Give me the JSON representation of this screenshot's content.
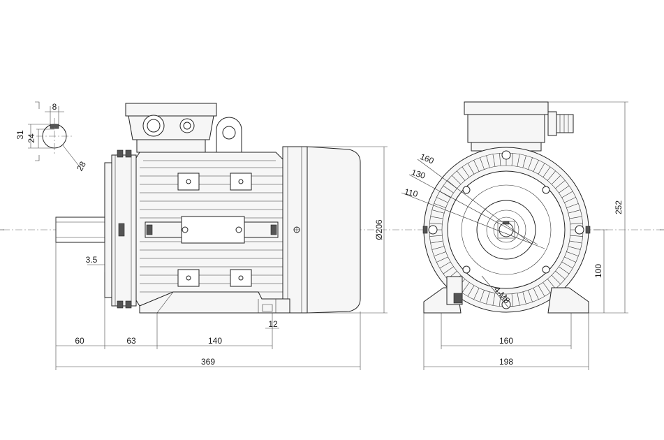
{
  "side_view": {
    "dim_shaft_length": "60",
    "dim_flange_to_foot": "63",
    "dim_foot_span": "140",
    "dim_overall_length": "369",
    "dim_foot_bolt": "12",
    "dim_flange_offset": "3.5",
    "dim_diameter": "Ø206"
  },
  "shaft_section": {
    "dim_key_width": "8",
    "dim_height_31": "31",
    "dim_height_24": "24",
    "dim_diameter_28": "28"
  },
  "end_view": {
    "dim_sq_160": "160",
    "dim_sq_130": "130",
    "dim_sq_110": "110",
    "dim_bolt_holes": "4-M8",
    "dim_foot_centers": "160",
    "dim_overall_width": "198",
    "dim_total_height": "252",
    "dim_shaft_height": "100"
  },
  "colors": {
    "line": "#222222",
    "fill": "#f6f6f6",
    "dark": "#555555"
  }
}
